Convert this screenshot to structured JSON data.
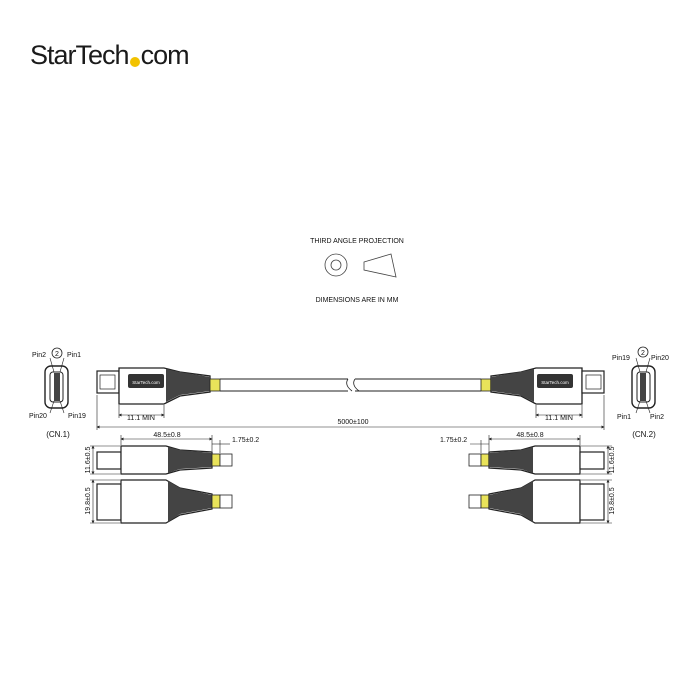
{
  "brand": {
    "name_left": "StarTech",
    "name_right": "com",
    "dot_color": "#f2c200"
  },
  "projection": {
    "title": "THIRD ANGLE PROJECTION",
    "units_note": "DIMENSIONS ARE IN MM"
  },
  "cable": {
    "length": "5000±100",
    "min_left": "11.1 MIN",
    "min_right": "11.1 MIN",
    "connector_label": "StarTech.com"
  },
  "pins_left": {
    "connector": "(CN.1)",
    "pin2": "Pin2",
    "pin1": "Pin1",
    "pin20": "Pin20",
    "pin19": "Pin19",
    "marker": "2"
  },
  "pins_right": {
    "connector": "(CN.2)",
    "pin19": "Pin19",
    "pin20": "Pin20",
    "pin1": "Pin1",
    "pin2": "Pin2",
    "marker": "2"
  },
  "dims_left": {
    "length": "48.5±0.8",
    "stub": "1.75±0.2",
    "thickness": "11.6±0.5",
    "width": "19.8±0.5"
  },
  "dims_right": {
    "length": "48.5±0.8",
    "stub": "1.75±0.2",
    "thickness": "11.6±0.5",
    "width": "19.8±0.5"
  },
  "colors": {
    "line": "#222222",
    "accent": "#e9e35a",
    "cable": "#f4f4f4"
  }
}
